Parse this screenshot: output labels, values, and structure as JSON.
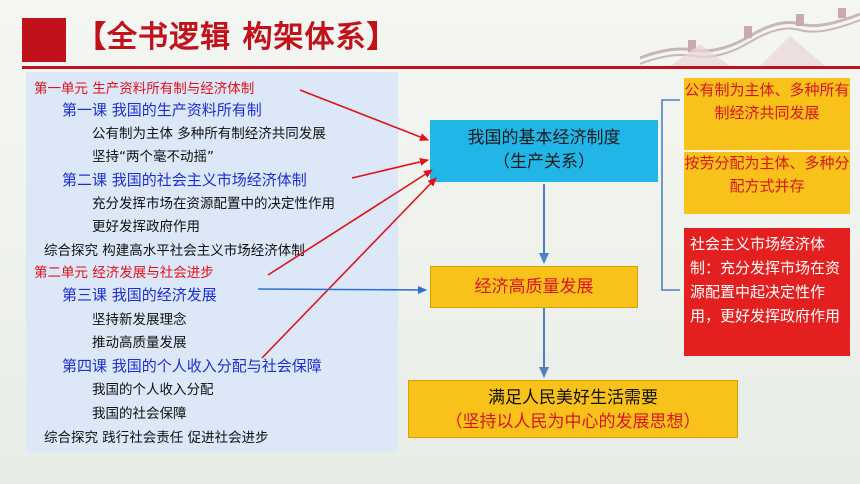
{
  "title": "【全书逻辑 构架体系】",
  "outline": {
    "unit1": "第一单元 生产资料所有制与经济体制",
    "lesson1": "第一课 我国的生产资料所有制",
    "lesson1_items": [
      "公有制为主体 多种所有制经济共同发展",
      "坚持“两个毫不动摇”"
    ],
    "lesson2": "第二课 我国的社会主义市场经济体制",
    "lesson2_items": [
      "充分发挥市场在资源配置中的决定性作用",
      "更好发挥政府作用"
    ],
    "inquiry1": "综合探究 构建高水平社会主义市场经济体制",
    "unit2": "第二单元 经济发展与社会进步",
    "lesson3": "第三课 我国的经济发展",
    "lesson3_items": [
      "坚持新发展理念",
      "推动高质量发展"
    ],
    "lesson4": "第四课 我国的个人收入分配与社会保障",
    "lesson4_items": [
      "我国的个人收入分配",
      "我国的社会保障"
    ],
    "inquiry2": "综合探究 践行社会责任 促进社会进步"
  },
  "center": {
    "system_line1": "我国的基本经济制度",
    "system_line2": "（生产关系）",
    "development": "经济高质量发展",
    "needs_line1": "满足人民美好生活需要",
    "needs_line2": "（坚持以人民为中心的发展思想）"
  },
  "right": {
    "ownership": "公有制为主体、多种所有制经济共同发展",
    "distribution": "按劳分配为主体、多种分配方式并存",
    "market": "社会主义市场经济体制：充分发挥市场在资源配置中起决定性作用，更好发挥政府作用"
  },
  "colors": {
    "brand_red": "#c1121b",
    "box_yellow": "#f8c21a",
    "box_blue": "#22b6e8",
    "text_red": "#d8151c",
    "lesson_blue": "#1d2fd0",
    "panel_blue": "#dce7f7"
  }
}
